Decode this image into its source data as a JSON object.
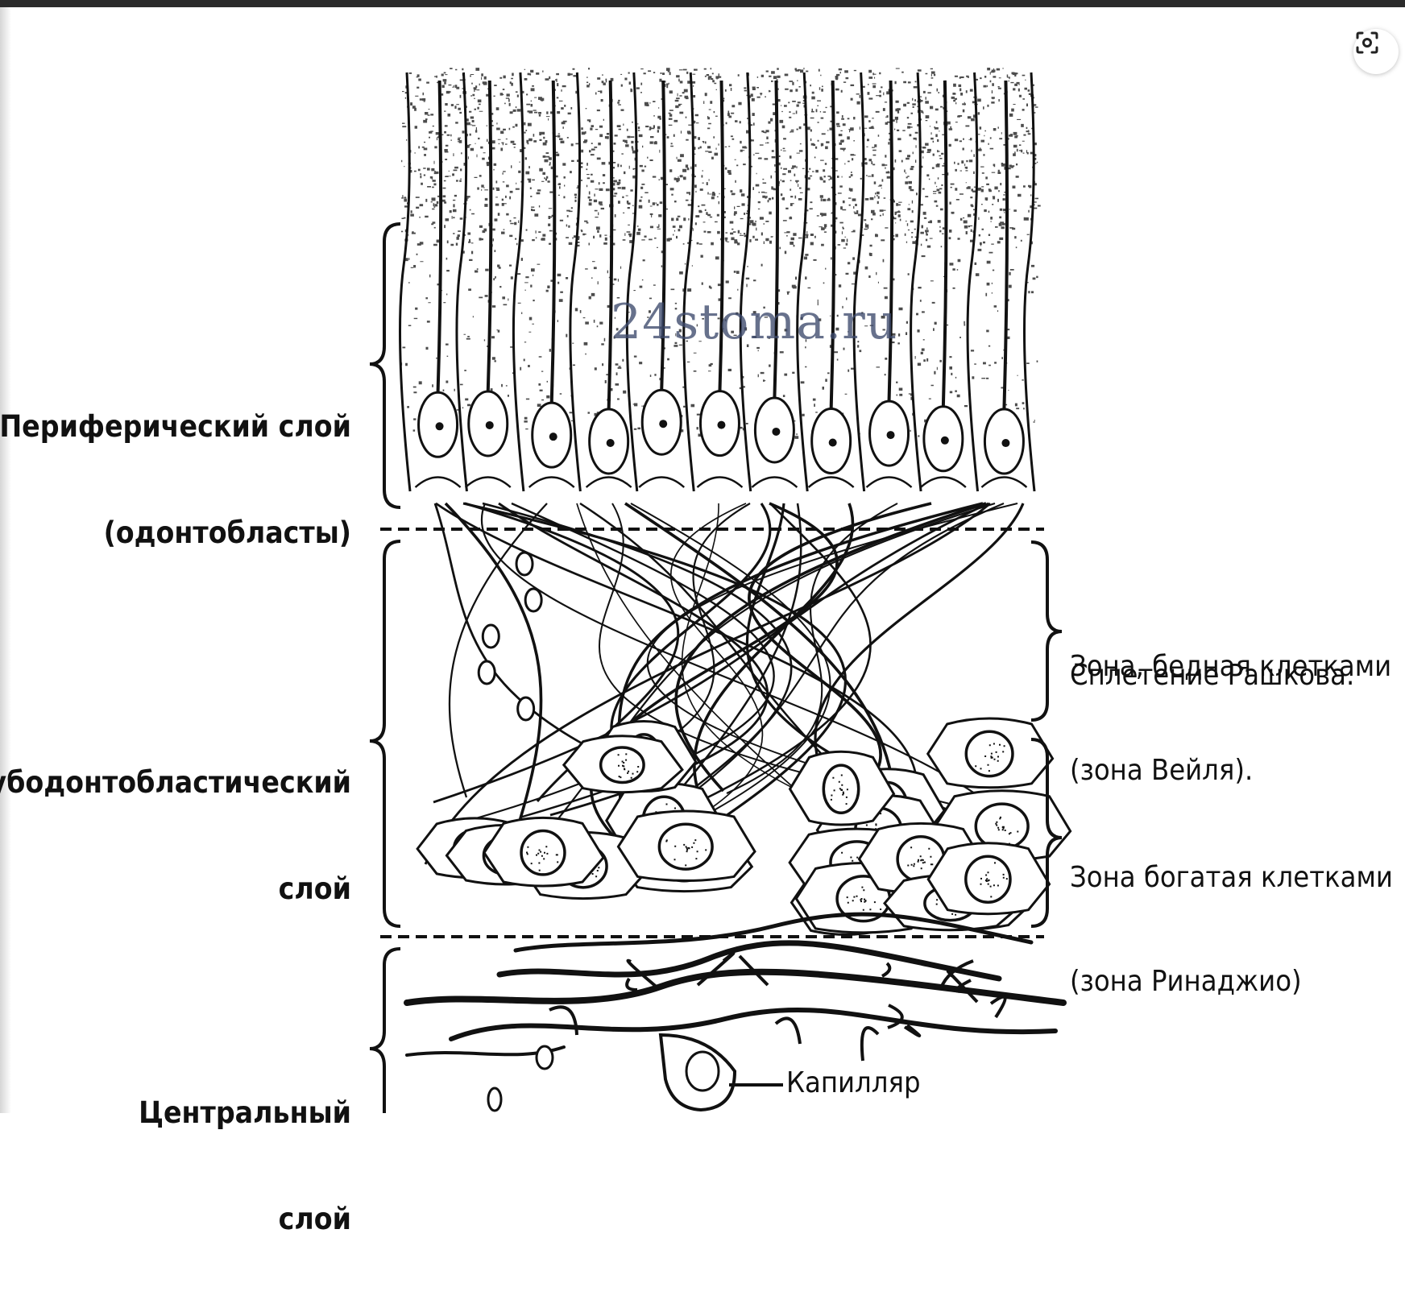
{
  "toolbar": {
    "lens_icon": "visual-search-lens-icon"
  },
  "watermark": "24stoma.ru",
  "labels": {
    "peripheral_line1": "Периферический слой",
    "peripheral_line2": "(одонтобласты)",
    "subodonto_line1": "Субодонтобластический",
    "subodonto_line2": "слой",
    "central_line1": "Центральный",
    "central_line2": "слой",
    "weil_line1": "Зона, бедная клетками",
    "weil_line2": "(зона Вейля).",
    "raschkow": "Сплетение Рашкова.",
    "rich_line1": "Зона богатая клетками",
    "rich_line2": "(зона Ринаджио)",
    "capillary": "Капилляр"
  },
  "colors": {
    "ink": "#111111",
    "border": "#2b2b2b",
    "watermark": "#3d4a6d"
  }
}
